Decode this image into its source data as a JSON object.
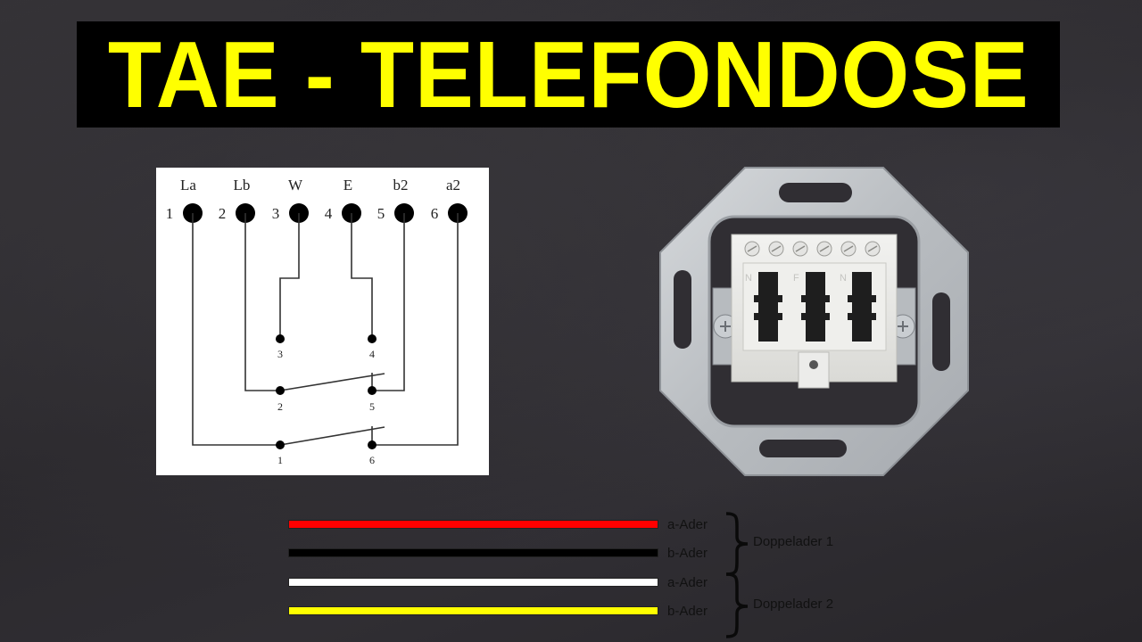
{
  "title": {
    "text": "TAE - TELEFONDOSE",
    "text_color": "#ffff00",
    "background": "#000000"
  },
  "schematic": {
    "terminals": [
      {
        "number": "1",
        "name": "La"
      },
      {
        "number": "2",
        "name": "Lb"
      },
      {
        "number": "3",
        "name": "W"
      },
      {
        "number": "4",
        "name": "E"
      },
      {
        "number": "5",
        "name": "b2"
      },
      {
        "number": "6",
        "name": "a2"
      }
    ],
    "inner_contacts": {
      "row1": [
        "3",
        "4"
      ],
      "row2": [
        "2",
        "5"
      ],
      "row3": [
        "1",
        "6"
      ]
    }
  },
  "socket_photo": {
    "description": "TAE socket insert with mounting frame",
    "port_codes": [
      "N",
      "F",
      "N"
    ],
    "screw_terminals": 6
  },
  "wires": [
    {
      "color": "#ff0000",
      "label": "a-Ader",
      "pair": "Doppelader 1"
    },
    {
      "color": "#000000",
      "label": "b-Ader",
      "pair": "Doppelader 1"
    },
    {
      "color": "#ffffff",
      "label": "a-Ader",
      "pair": "Doppelader 2"
    },
    {
      "color": "#ffff00",
      "label": "b-Ader",
      "pair": "Doppelader 2"
    }
  ],
  "pairs": [
    {
      "label": "Doppelader 1"
    },
    {
      "label": "Doppelader 2"
    }
  ]
}
